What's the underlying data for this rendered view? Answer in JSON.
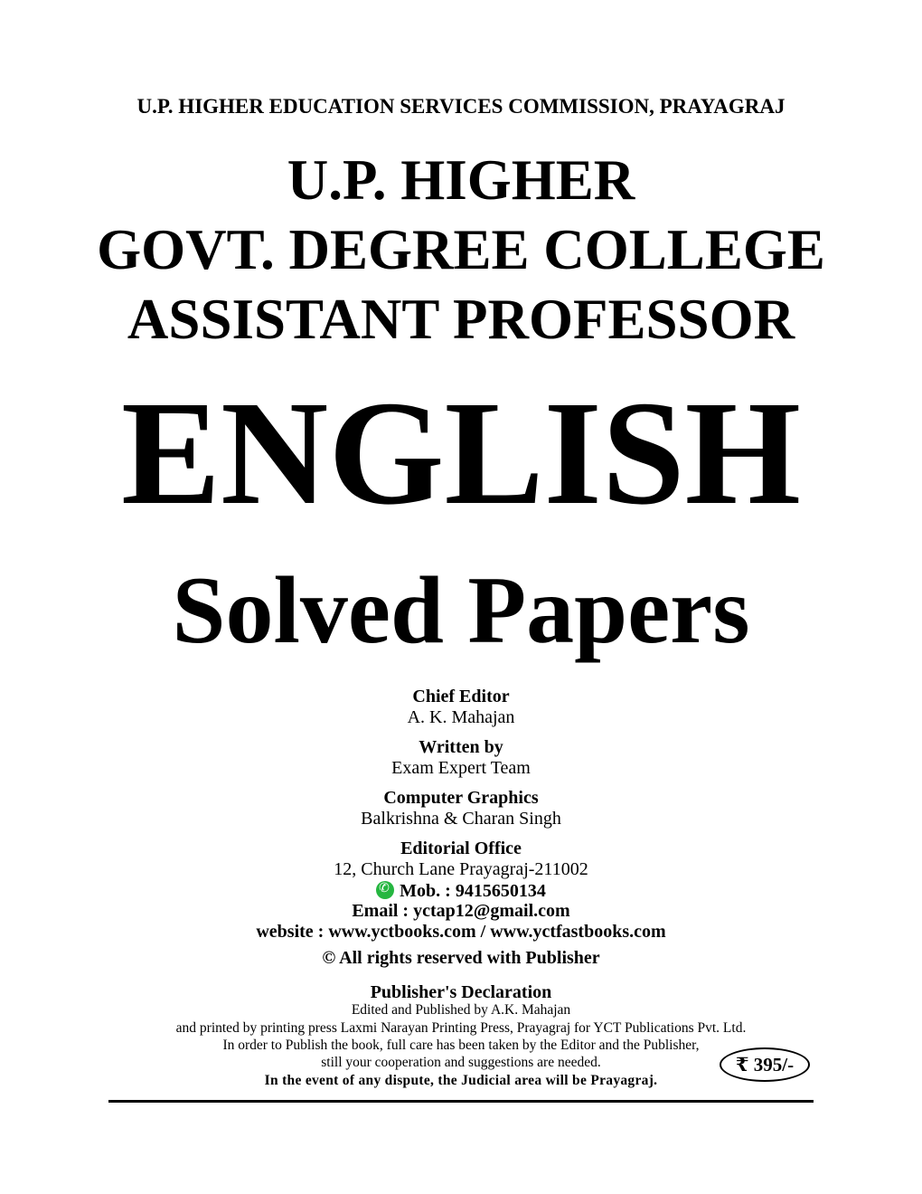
{
  "commission": "U.P. HIGHER EDUCATION SERVICES COMMISSION, PRAYAGRAJ",
  "title_lines": [
    "U.P. HIGHER",
    "GOVT. DEGREE COLLEGE",
    "ASSISTANT PROFESSOR"
  ],
  "subject": "ENGLISH",
  "subtitle": "Solved Papers",
  "credits": [
    {
      "heading": "Chief Editor",
      "value": "A. K. Mahajan"
    },
    {
      "heading": "Written by",
      "value": "Exam Expert Team"
    },
    {
      "heading": "Computer Graphics",
      "value": "Balkrishna & Charan Singh"
    }
  ],
  "office": {
    "heading": "Editorial Office",
    "address": "12, Church  Lane Prayagraj-211002",
    "mobile": "Mob. : 9415650134",
    "email": "Email : yctap12@gmail.com",
    "website": "website : www.yctbooks.com / www.yctfastbooks.com",
    "rights": "© All rights reserved with Publisher"
  },
  "declaration": {
    "heading": "Publisher's Declaration",
    "lines": [
      "Edited and Published by A.K. Mahajan",
      "and printed by printing press Laxmi Narayan Printing Press, Prayagraj for YCT Publications Pvt. Ltd.",
      "In order to Publish the book, full care has been taken by the Editor and the Publisher,",
      "still your cooperation and suggestions are needed."
    ],
    "jurisdiction": "In the event of any dispute, the Judicial area will be Prayagraj."
  },
  "price": "₹ 395/-"
}
